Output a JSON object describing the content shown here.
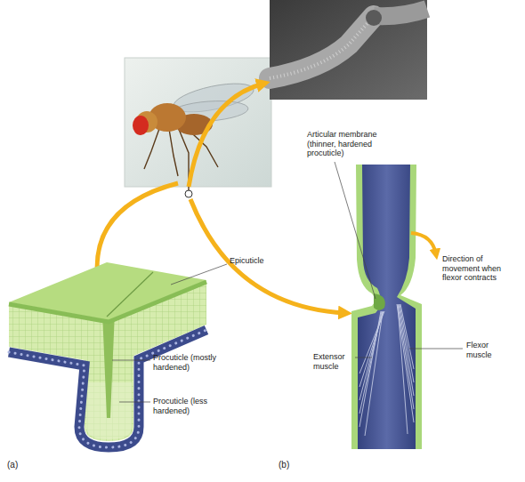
{
  "diagram": {
    "labels": [
      "Epicuticle",
      "Procuticle (mostly hardened)",
      "Procuticle (less hardened)",
      "Articular membrane (thinner, hardened procuticle)",
      "Direction of movement when flexor contracts",
      "Extensor muscle",
      "Flexor muscle",
      "(a)",
      "(b)"
    ]
  }
}
